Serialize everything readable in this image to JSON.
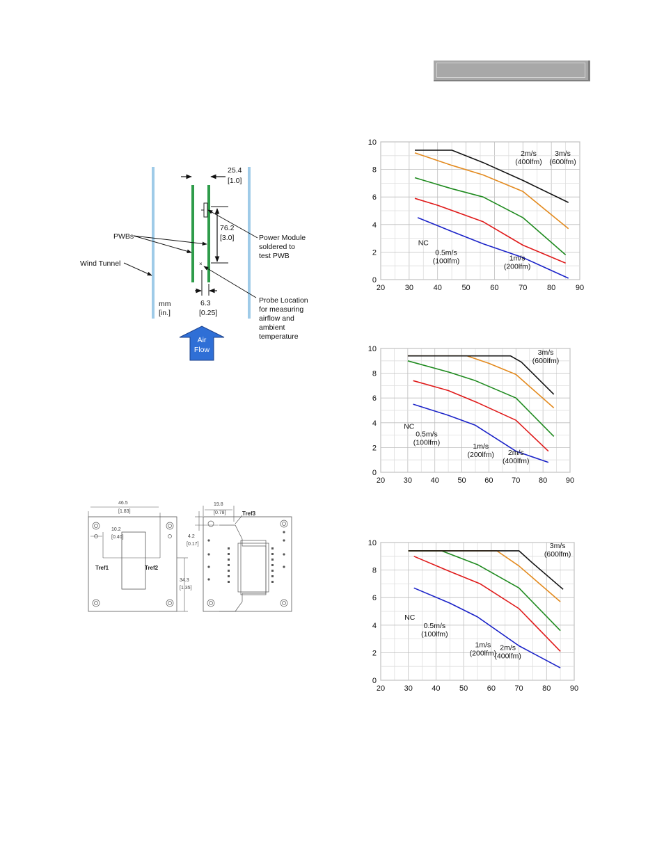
{
  "header_bar": {
    "color": "#a8a8a8"
  },
  "test_setup": {
    "dim_spacing": "25.4",
    "dim_spacing_in": "[1.0]",
    "dim_height": "76.2",
    "dim_height_in": "[3.0]",
    "dim_probe": "6.3",
    "dim_probe_in": "[0.25]",
    "label_pwbs": "PWBs",
    "label_wind_tunnel": "Wind Tunnel",
    "label_module_1": "Power Module",
    "label_module_2": "soldered to",
    "label_module_3": "test PWB",
    "label_probe_1": "Probe Location",
    "label_probe_2": "for measuring",
    "label_probe_3": "airflow and",
    "label_probe_4": "ambient",
    "label_probe_5": "temperature",
    "units_mm": "mm",
    "units_in": "[in.]",
    "airflow_1": "Air",
    "airflow_2": "Flow",
    "colors": {
      "tunnel": "#9fcbe8",
      "pwb": "#2e9c4a",
      "arrow": "#2f6fd6"
    }
  },
  "thermal_refs": {
    "dim_width": "46.5",
    "dim_width_in": "[1.83]",
    "dim_tref1_x": "10.2",
    "dim_tref1_x_in": "[0.40]",
    "dim_height": "34.3",
    "dim_height_in": "[1.35]",
    "dim_tref3_x": "19.8",
    "dim_tref3_x_in": "[0.78]",
    "dim_tref3_y": "4.2",
    "dim_tref3_y_in": "[0.17]",
    "tref1": "Tref1",
    "tref2": "Tref2",
    "tref3": "Tref3"
  },
  "chart_data": [
    {
      "type": "line",
      "xlim": [
        20,
        90
      ],
      "ylim": [
        0,
        10
      ],
      "xticks": [
        20,
        30,
        40,
        50,
        60,
        70,
        80,
        90
      ],
      "yticks": [
        0,
        2,
        4,
        6,
        8,
        10
      ],
      "grid": true,
      "series": [
        {
          "color": "#1a22c8",
          "x": [
            33,
            45,
            56,
            70,
            86
          ],
          "y": [
            4.5,
            3.5,
            2.6,
            1.6,
            0.1
          ]
        },
        {
          "color": "#e01a1a",
          "x": [
            32,
            40,
            56,
            70,
            85
          ],
          "y": [
            5.9,
            5.4,
            4.2,
            2.5,
            1.2
          ]
        },
        {
          "color": "#1e8a1e",
          "x": [
            32,
            45,
            56,
            70,
            85
          ],
          "y": [
            7.4,
            6.6,
            6.0,
            4.5,
            1.8
          ]
        },
        {
          "color": "#e38a1e",
          "x": [
            32,
            45,
            56,
            70,
            86
          ],
          "y": [
            9.2,
            8.3,
            7.6,
            6.4,
            3.7
          ]
        },
        {
          "color": "#111111",
          "x": [
            32,
            45,
            56,
            70,
            86
          ],
          "y": [
            9.4,
            9.4,
            8.5,
            7.2,
            5.6
          ]
        }
      ],
      "annotations": [
        {
          "lines": [
            "NC"
          ],
          "x": 35,
          "y": 2.5
        },
        {
          "lines": [
            "0.5m/s",
            "(100lfm)"
          ],
          "x": 43,
          "y": 1.8
        },
        {
          "lines": [
            "1m/s",
            "(200lfm)"
          ],
          "x": 68,
          "y": 1.4
        },
        {
          "lines": [
            "2m/s",
            "(400lfm)"
          ],
          "x": 72,
          "y": 9.0
        },
        {
          "lines": [
            "3m/s",
            "(600lfm)"
          ],
          "x": 84,
          "y": 9.0
        }
      ]
    },
    {
      "type": "line",
      "xlim": [
        20,
        90
      ],
      "ylim": [
        0,
        10
      ],
      "xticks": [
        20,
        30,
        40,
        50,
        60,
        70,
        80,
        90
      ],
      "yticks": [
        0,
        2,
        4,
        6,
        8,
        10
      ],
      "grid": true,
      "series": [
        {
          "color": "#1a22c8",
          "x": [
            32,
            45,
            55,
            70,
            82
          ],
          "y": [
            5.5,
            4.6,
            3.8,
            1.7,
            0.8
          ]
        },
        {
          "color": "#e01a1a",
          "x": [
            32,
            45,
            56,
            70,
            82
          ],
          "y": [
            7.4,
            6.6,
            5.6,
            4.2,
            1.7
          ]
        },
        {
          "color": "#1e8a1e",
          "x": [
            30,
            45,
            55,
            70,
            84
          ],
          "y": [
            9.0,
            8.1,
            7.4,
            6.0,
            2.9
          ]
        },
        {
          "color": "#e38a1e",
          "x": [
            30,
            52,
            60,
            70,
            84
          ],
          "y": [
            9.4,
            9.4,
            8.8,
            7.9,
            5.2
          ]
        },
        {
          "color": "#111111",
          "x": [
            30,
            50,
            68,
            72,
            84
          ],
          "y": [
            9.4,
            9.4,
            9.4,
            8.9,
            6.3
          ]
        }
      ],
      "annotations": [
        {
          "lines": [
            "NC"
          ],
          "x": 30.5,
          "y": 3.5
        },
        {
          "lines": [
            "0.5m/s",
            "(100lfm)"
          ],
          "x": 37,
          "y": 2.9
        },
        {
          "lines": [
            "1m/s",
            "(200lfm)"
          ],
          "x": 57,
          "y": 1.9
        },
        {
          "lines": [
            "2m/s",
            "(400lfm)"
          ],
          "x": 70,
          "y": 1.4
        },
        {
          "lines": [
            "3m/s",
            "(600lfm)"
          ],
          "x": 81,
          "y": 9.5
        }
      ]
    },
    {
      "type": "line",
      "xlim": [
        20,
        90
      ],
      "ylim": [
        0,
        10
      ],
      "xticks": [
        20,
        30,
        40,
        50,
        60,
        70,
        80,
        90
      ],
      "yticks": [
        0,
        2,
        4,
        6,
        8,
        10
      ],
      "grid": true,
      "series": [
        {
          "color": "#1a22c8",
          "x": [
            32,
            45,
            55,
            70,
            85
          ],
          "y": [
            6.7,
            5.6,
            4.6,
            2.5,
            0.9
          ]
        },
        {
          "color": "#e01a1a",
          "x": [
            32,
            45,
            56,
            70,
            85
          ],
          "y": [
            9.0,
            7.9,
            7.0,
            5.2,
            2.1
          ]
        },
        {
          "color": "#1e8a1e",
          "x": [
            30,
            42,
            55,
            70,
            85
          ],
          "y": [
            9.4,
            9.4,
            8.4,
            6.7,
            3.6
          ]
        },
        {
          "color": "#e38a1e",
          "x": [
            30,
            62,
            70,
            85
          ],
          "y": [
            9.4,
            9.4,
            8.3,
            5.7
          ]
        },
        {
          "color": "#111111",
          "x": [
            30,
            70,
            75,
            86
          ],
          "y": [
            9.4,
            9.4,
            8.5,
            6.6
          ]
        }
      ],
      "annotations": [
        {
          "lines": [
            "NC"
          ],
          "x": 30.5,
          "y": 4.4
        },
        {
          "lines": [
            "0.5m/s",
            "(100lfm)"
          ],
          "x": 39.5,
          "y": 3.8
        },
        {
          "lines": [
            "1m/s",
            "(200lfm)"
          ],
          "x": 57,
          "y": 2.4
        },
        {
          "lines": [
            "2m/s",
            "(400lfm)"
          ],
          "x": 66,
          "y": 2.2
        },
        {
          "lines": [
            "3m/s",
            "(600lfm)"
          ],
          "x": 84,
          "y": 9.6
        }
      ]
    }
  ]
}
